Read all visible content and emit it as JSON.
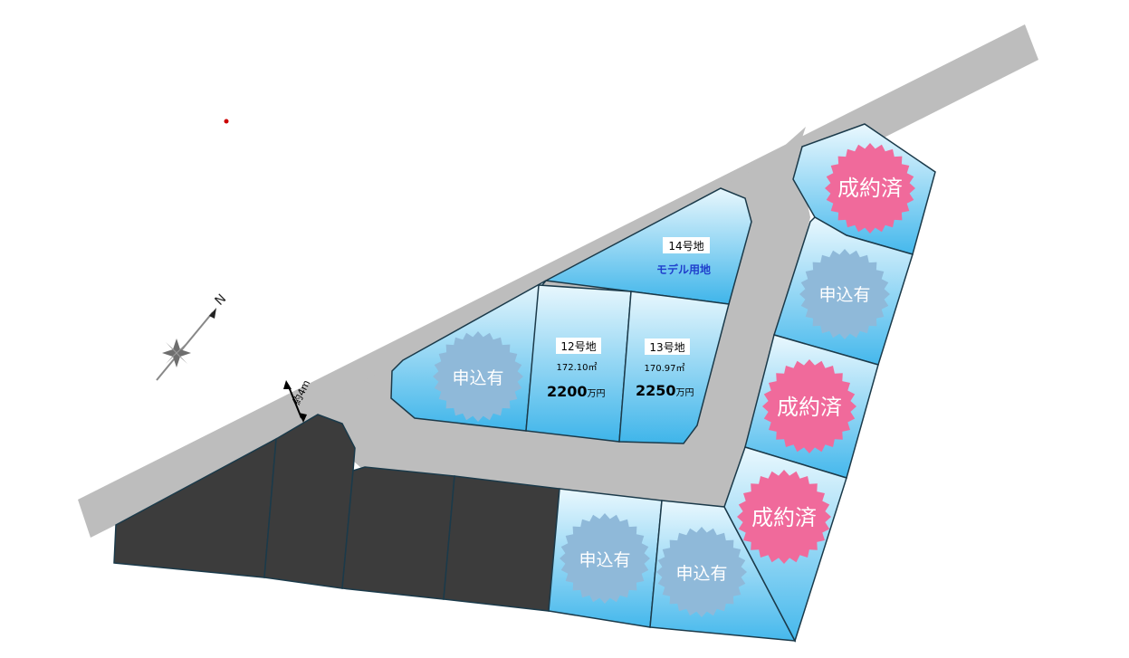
{
  "colors": {
    "road": "#bdbdbd",
    "lot_top": "#e6f6fd",
    "lot_bottom": "#3fb5ea",
    "sold_lot": "#3c3c3c",
    "outline": "#1b3a4a",
    "badge_sold": "#f06a9b",
    "badge_applied": "#8fb9d9",
    "model_text": "#1f3fcc",
    "compass_dot": "#cc0000"
  },
  "compass": {
    "north_label": "N",
    "icon": "compass-rose-icon"
  },
  "road": {
    "width_label": "約4m"
  },
  "lots": {
    "lot12": {
      "number": "12号地",
      "area": "172.10㎡",
      "price_value": "2200",
      "price_unit": "万円"
    },
    "lot13": {
      "number": "13号地",
      "area": "170.97㎡",
      "price_value": "2250",
      "price_unit": "万円"
    },
    "lot14": {
      "number": "14号地",
      "note": "モデル用地"
    }
  },
  "badges": {
    "applied": "申込有",
    "sold": "成約済"
  }
}
